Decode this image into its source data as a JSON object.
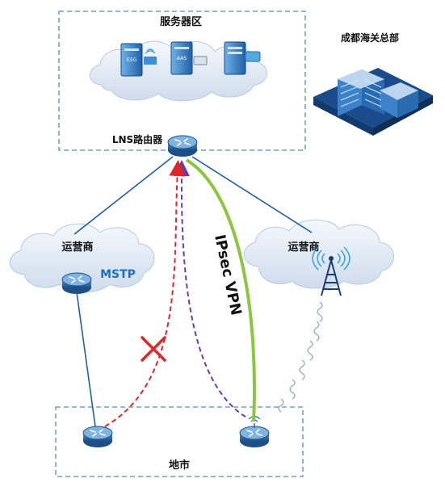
{
  "server_zone": {
    "title": "服务器区"
  },
  "lns_router": {
    "label": "LNS路由器"
  },
  "headquarters": {
    "label": "成都海关总部"
  },
  "carrier_left": {
    "label": "运营商",
    "link_label": "MSTP"
  },
  "carrier_right": {
    "label": "运营商"
  },
  "vpn_link": {
    "label": "IPsec VPN"
  },
  "branch": {
    "label": "地市"
  },
  "servers": [
    {
      "icon": "esg-server-icon",
      "text": "ESG"
    },
    {
      "icon": "aas-server-icon",
      "text": "AAS"
    },
    {
      "icon": "app-server-icon",
      "text": ""
    }
  ],
  "colors": {
    "zone_border": "#4a90b8",
    "link_blue": "#1f5fa8",
    "backup_red": "#e0262b",
    "path_purple": "#6a3fa0",
    "vpn_green": "#8cc63f",
    "router": "#2c6aa8",
    "cloud": "#e6eef8"
  }
}
